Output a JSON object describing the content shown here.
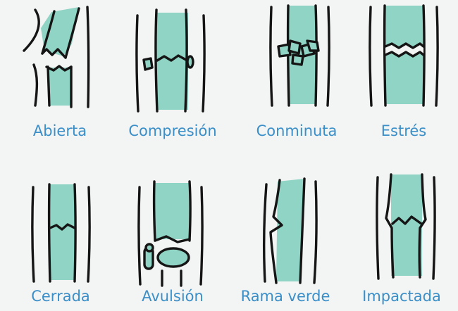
{
  "colors": {
    "bone": "#8fd4c4",
    "ink": "#151515",
    "label": "#3a8fc8",
    "background": "#f3f4f4"
  },
  "fractures": [
    {
      "id": "abierta",
      "label": "Abierta"
    },
    {
      "id": "compresion",
      "label": "Compresión"
    },
    {
      "id": "conminuta",
      "label": "Conminuta"
    },
    {
      "id": "estres",
      "label": "Estrés"
    },
    {
      "id": "cerrada",
      "label": "Cerrada"
    },
    {
      "id": "avulsion",
      "label": "Avulsión"
    },
    {
      "id": "rama-verde",
      "label": "Rama verde"
    },
    {
      "id": "impactada",
      "label": "Impactada"
    }
  ]
}
